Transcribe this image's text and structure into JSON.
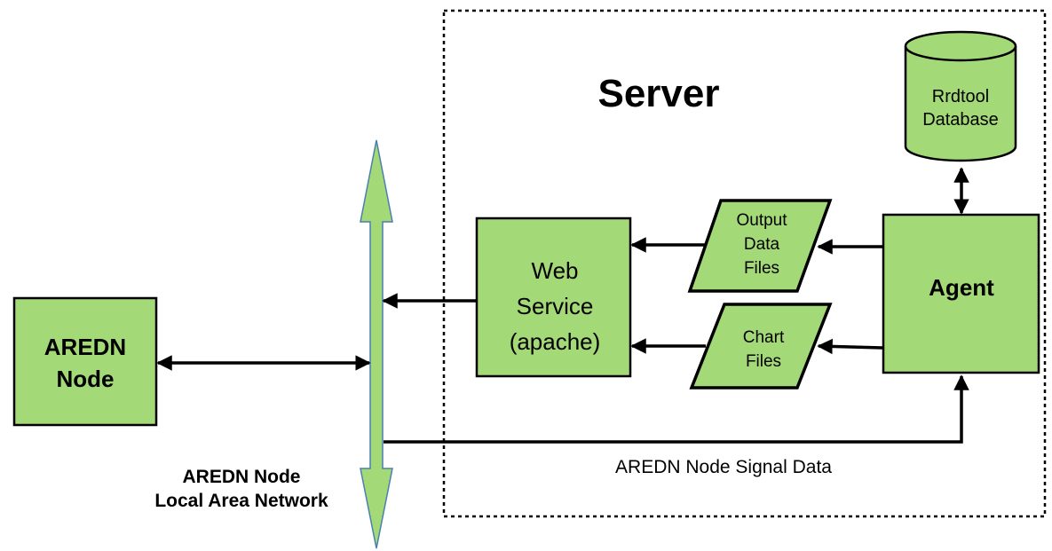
{
  "server": {
    "title": "Server"
  },
  "database": {
    "line1": "Rrdtool",
    "line2": "Database"
  },
  "output_files": {
    "line1": "Output",
    "line2": "Data",
    "line3": "Files"
  },
  "chart_files": {
    "line1": "Chart",
    "line2": "Files"
  },
  "web_service": {
    "line1": "Web",
    "line2": "Service",
    "line3": "(apache)"
  },
  "agent": {
    "label": "Agent"
  },
  "aredn_node": {
    "line1": "AREDN",
    "line2": "Node"
  },
  "lan": {
    "line1": "AREDN Node",
    "line2": "Local Area Network"
  },
  "signal_data": {
    "label": "AREDN Node Signal Data"
  },
  "colors": {
    "box_fill": "#a3d977",
    "stroke": "#000000",
    "dashed_border": "#000000"
  }
}
